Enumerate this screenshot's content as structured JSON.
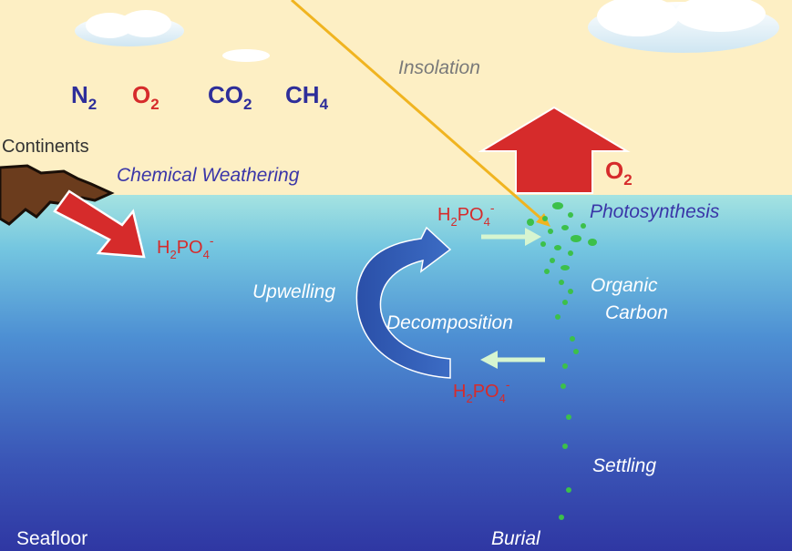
{
  "atmosphere": {
    "gases": [
      {
        "base": "N",
        "sub": "2",
        "color": "#2e2e9a"
      },
      {
        "base": "O",
        "sub": "2",
        "color": "#d62b2b"
      },
      {
        "base": "CO",
        "sub": "2",
        "color": "#2e2e9a"
      },
      {
        "base": "CH",
        "sub": "4",
        "color": "#2e2e9a"
      }
    ],
    "insolation": "Insolation",
    "o2_flux": {
      "base": "O",
      "sub": "2"
    }
  },
  "land": {
    "continents": "Continents",
    "weathering": "Chemical Weathering"
  },
  "ocean": {
    "phosphate_river": {
      "a": "H",
      "b": "2",
      "c": "PO",
      "d": "4",
      "e": "-"
    },
    "phosphate_surface": {
      "a": "H",
      "b": "2",
      "c": "PO",
      "d": "4",
      "e": "-"
    },
    "phosphate_deep": {
      "a": "H",
      "b": "2",
      "c": "PO",
      "d": "4",
      "e": "-"
    },
    "photosynthesis": "Photosynthesis",
    "organic_line1": "Organic",
    "organic_line2": "Carbon",
    "upwelling": "Upwelling",
    "decomposition": "Decomposition",
    "settling": "Settling",
    "burial": "Burial",
    "seafloor": "Seafloor"
  },
  "colors": {
    "sky": "#fdefc4",
    "ocean_top": "#9fe0e0",
    "ocean_bottom": "#2f3aa5",
    "red_arrow": "#d62b2b",
    "upwelling_arrow": "#2f5fb5",
    "pale_arrow": "#d6f5d0",
    "sunray": "#f0b420",
    "particles": "#3cc04a",
    "land": "#6b3c1d"
  }
}
